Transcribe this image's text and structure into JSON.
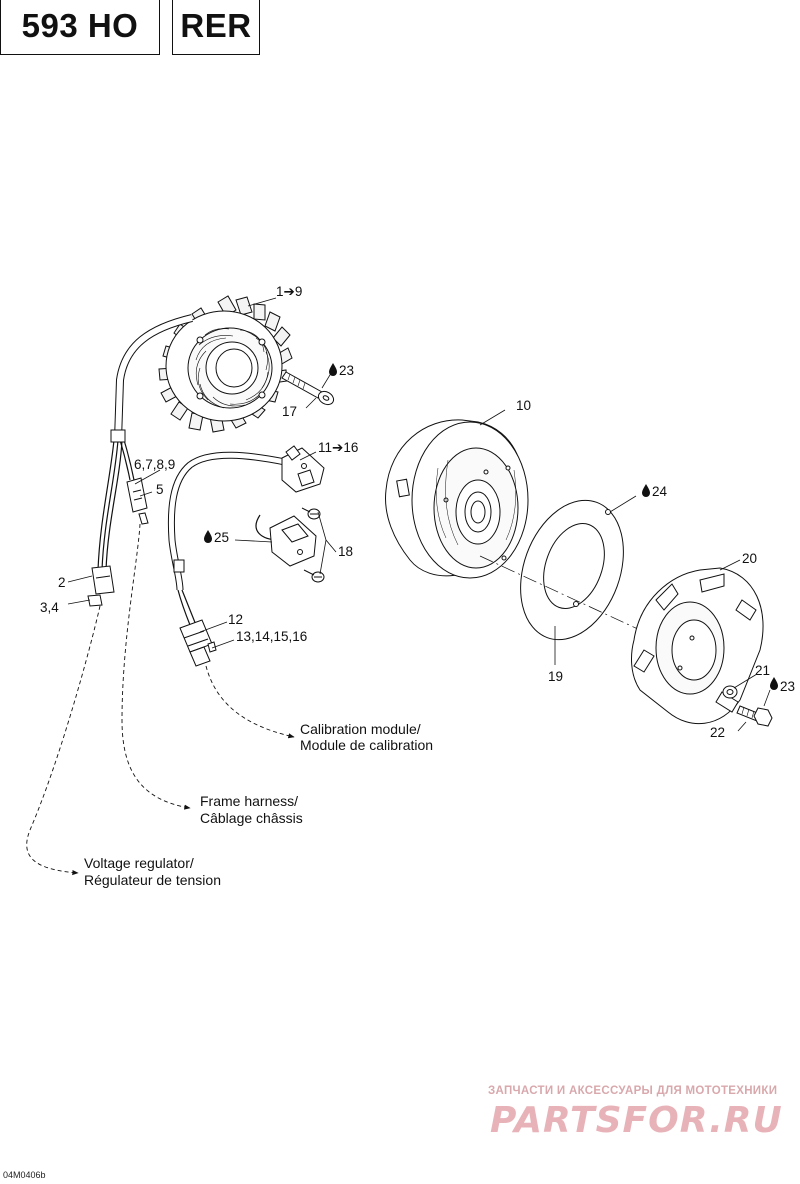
{
  "header": {
    "engine_tag": "593 HO",
    "model_tag": "RER"
  },
  "callouts": {
    "c_1_9": "1➔9",
    "c_23_top": "23",
    "c_17": "17",
    "c_10": "10",
    "c_11_16": "11➔16",
    "c_6789": "6,7,8,9",
    "c_5": "5",
    "c_25": "25",
    "c_18": "18",
    "c_24": "24",
    "c_20": "20",
    "c_2": "2",
    "c_34": "3,4",
    "c_12": "12",
    "c_13_16": "13,14,15,16",
    "c_19": "19",
    "c_21": "21",
    "c_23_bottom": "23",
    "c_22": "22"
  },
  "destinations": {
    "calibration_line1": "Calibration module/",
    "calibration_line2": "Module de calibration",
    "frame_line1": "Frame harness/",
    "frame_line2": "Câblage châssis",
    "voltage_line1": "Voltage regulator/",
    "voltage_line2": "Régulateur de tension"
  },
  "watermark": {
    "tagline": "ЗАПЧАСТИ И АКСЕССУАРЫ ДЛЯ МОТОТЕХНИКИ",
    "brand": "PARTSFOR.RU"
  },
  "drawing_code": "04M0406b"
}
